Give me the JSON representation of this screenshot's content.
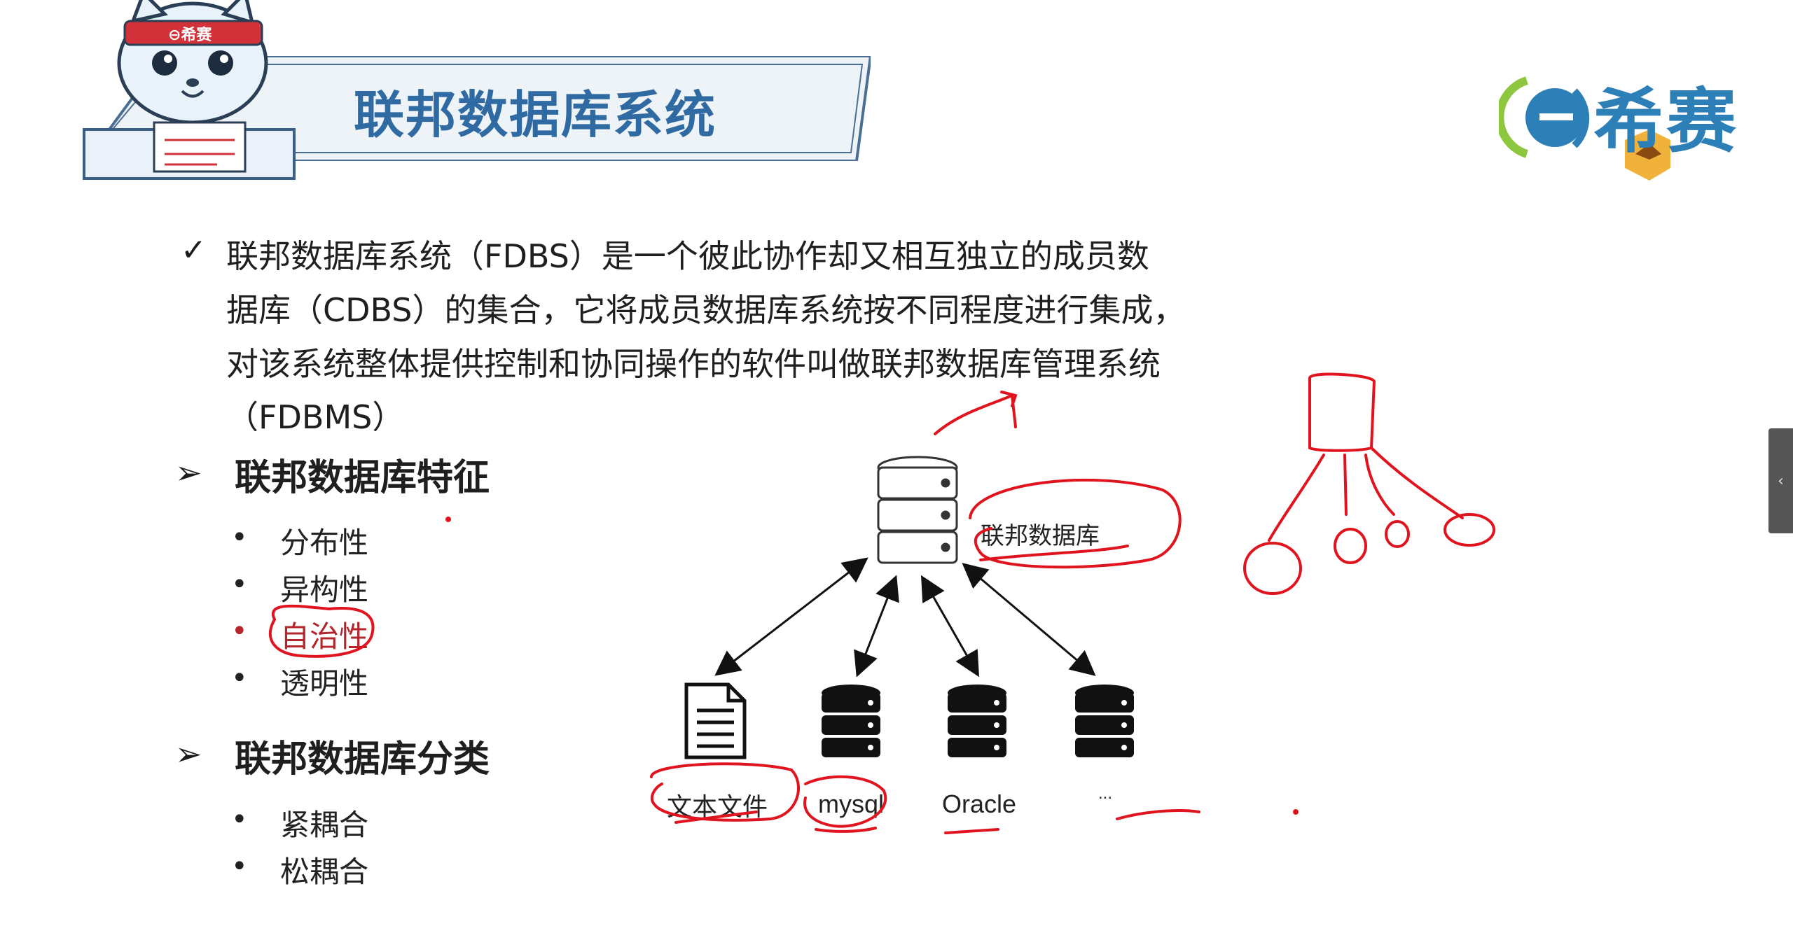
{
  "slide": {
    "title": "联邦数据库系统",
    "logo_text": "希赛",
    "mascot_band_text": "⊖希赛",
    "description_lines": [
      "联邦数据库系统（FDBS）是一个彼此协作却又相互独立的成员数",
      "据库（CDBS）的集合，它将成员数据库系统按不同程度进行集成，",
      "对该系统整体提供控制和协同操作的软件叫做联邦数据库管理系统",
      "（FDBMS）"
    ],
    "check_glyph": "✓",
    "sections": [
      {
        "arrow": "➢",
        "title": "联邦数据库特征",
        "items": [
          "分布性",
          "异构性",
          "自治性",
          "透明性"
        ]
      },
      {
        "arrow": "➢",
        "title": "联邦数据库分类",
        "items": [
          "紧耦合",
          "松耦合"
        ]
      }
    ],
    "bullet_glyph": "•"
  },
  "diagram": {
    "center_label": "联邦数据库",
    "sources": [
      "文本文件",
      "mysql",
      "Oracle",
      "..."
    ]
  },
  "colors": {
    "title_blue": "#2f6aa2",
    "logo_blue": "#2d7fb8",
    "annotation_red": "#e0141e",
    "highlight_red": "#b3262b"
  },
  "side_tab": {
    "glyph": "‹"
  }
}
